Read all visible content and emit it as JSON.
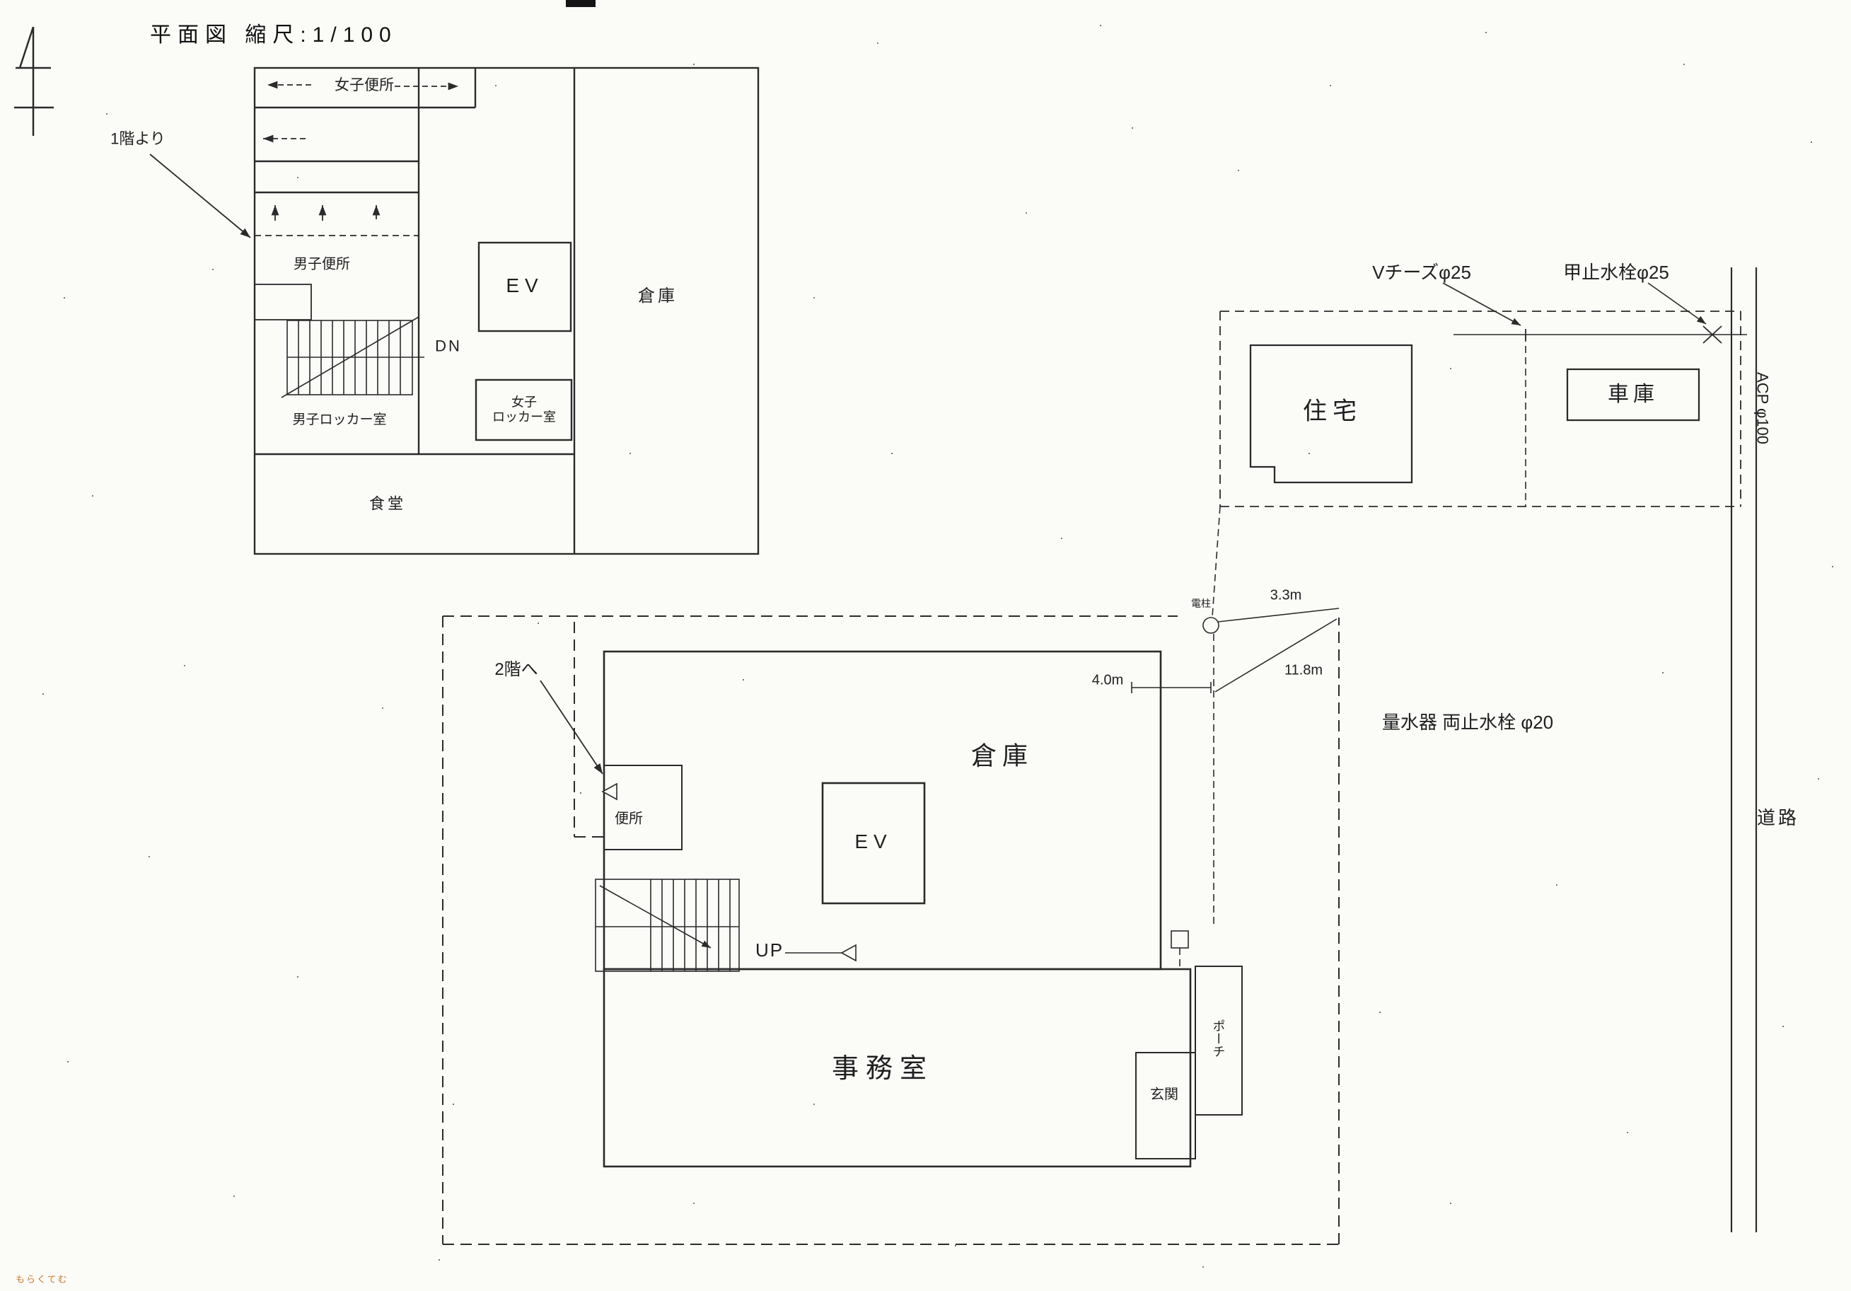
{
  "page": {
    "title": "平面図  縮尺:1/100",
    "watermark": "もらくてむ"
  },
  "floor2": {
    "from_first_floor": "1階より",
    "womens_toilet": "女子便所",
    "mens_toilet": "男子便所",
    "elevator": "EV",
    "storage": "倉庫",
    "down": "DN",
    "mens_locker": "男子ロッカー室",
    "womens_locker_line1": "女子",
    "womens_locker_line2": "ロッカー室",
    "cafeteria": "食堂"
  },
  "floor1": {
    "to_second_floor": "2階へ",
    "toilet": "便所",
    "elevator": "EV",
    "warehouse": "倉庫",
    "up": "UP",
    "office": "事務室",
    "entrance": "玄関",
    "porch": "ポーチ",
    "utility_pole": "電柱",
    "dim_4_0": "4.0m",
    "dim_3_3": "3.3m",
    "dim_11_8": "11.8m",
    "water_meter_note": "量水器 両止水栓 φ20"
  },
  "site": {
    "house": "住宅",
    "garage": "車庫",
    "v_tees": "Vチーズφ25",
    "stop_valve": "甲止水栓φ25",
    "acp_pipe": "ACP φ100",
    "road": "道路"
  }
}
